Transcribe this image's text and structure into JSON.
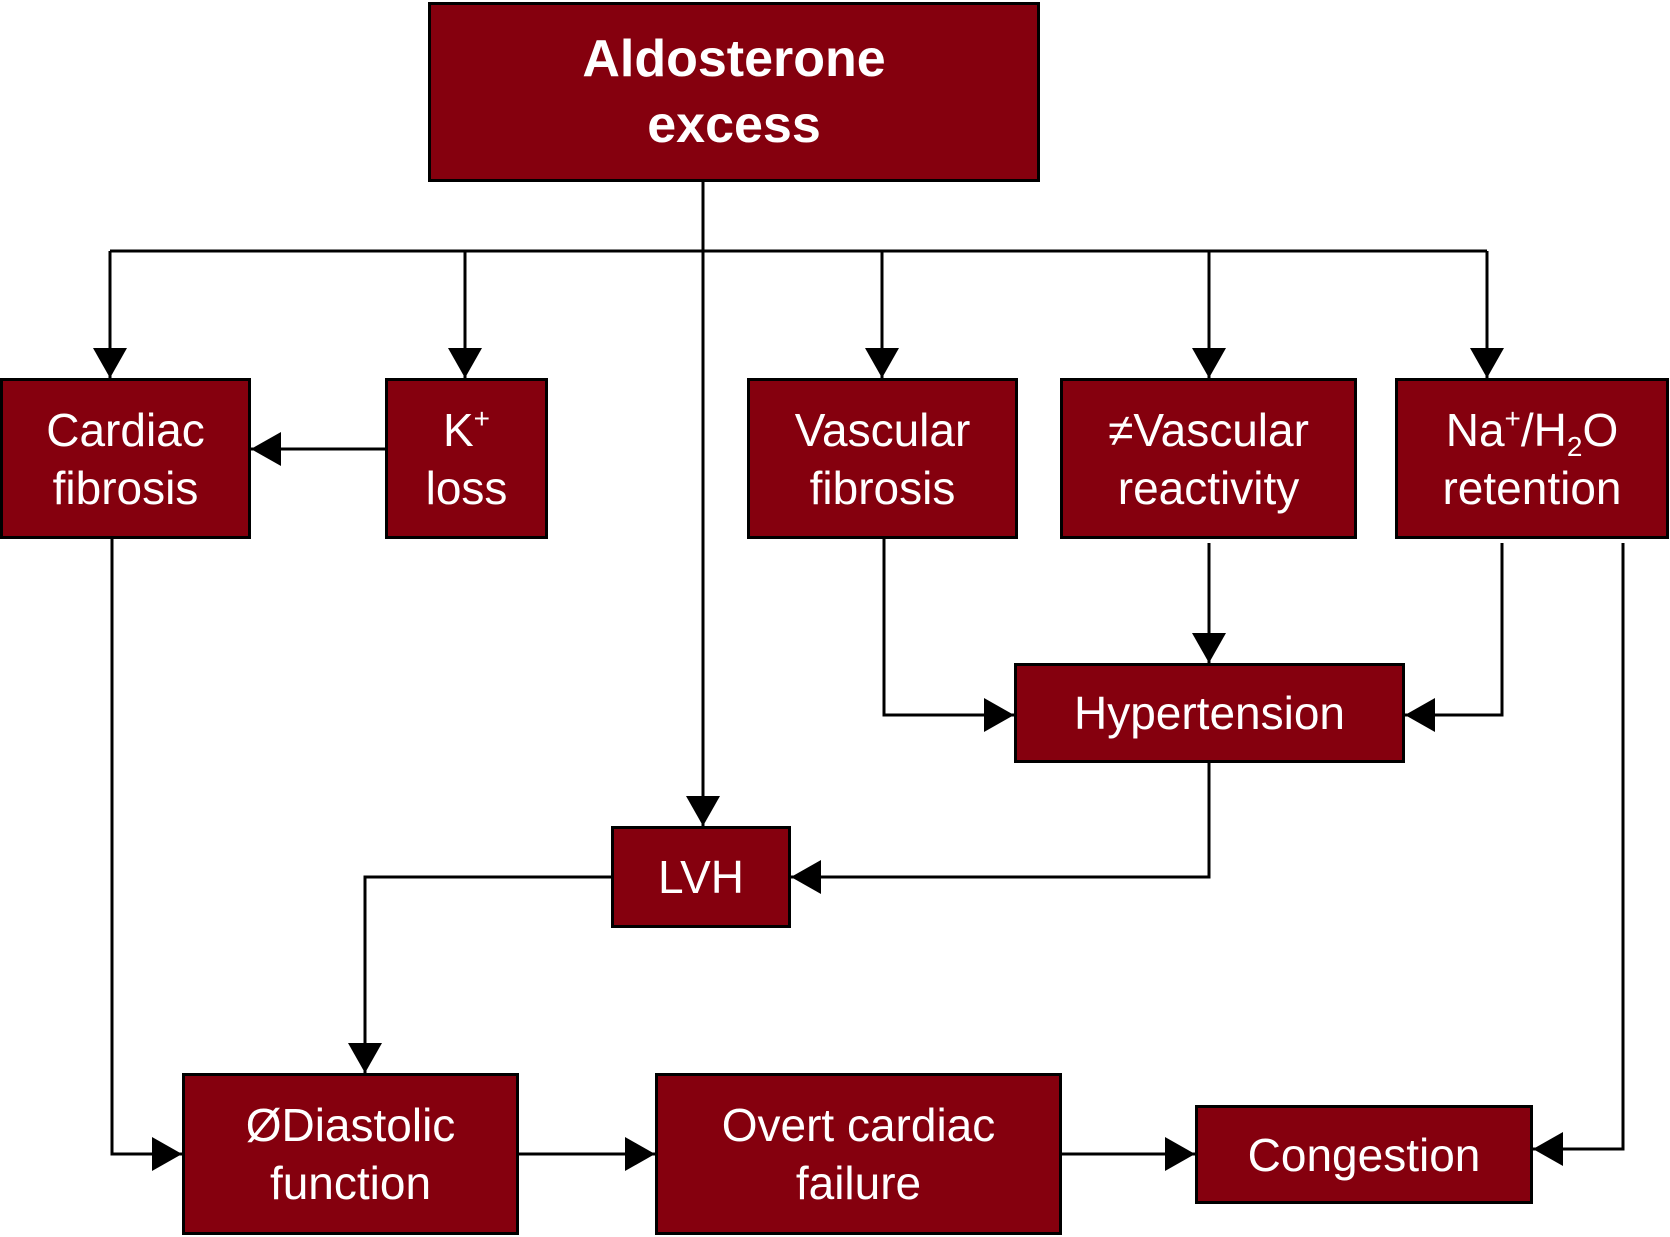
{
  "colors": {
    "box_fill": "#85000e",
    "box_border": "#000000",
    "text": "#ffffff",
    "arrow": "#000000"
  },
  "nodes": {
    "aldosterone": {
      "line1": "Aldosterone",
      "line2": "excess"
    },
    "cardiac_fibrosis": {
      "line1": "Cardiac",
      "line2": "fibrosis"
    },
    "k_loss": {
      "symbol": "K",
      "charge": "+",
      "line2": "loss"
    },
    "vascular_fibrosis": {
      "line1": "Vascular",
      "line2": "fibrosis"
    },
    "vascular_reactivity": {
      "line1": "≠Vascular",
      "line2": "reactivity"
    },
    "na_retention": {
      "na": "Na",
      "na_charge": "+",
      "slash_h": "/H",
      "sub2": "2",
      "o": "O",
      "line2": "retention"
    },
    "hypertension": {
      "label": "Hypertension"
    },
    "lvh": {
      "label": "LVH"
    },
    "diastolic": {
      "line1": "ØDiastolic",
      "line2": "function"
    },
    "overt_failure": {
      "line1": "Overt cardiac",
      "line2": "failure"
    },
    "congestion": {
      "label": "Congestion"
    }
  }
}
